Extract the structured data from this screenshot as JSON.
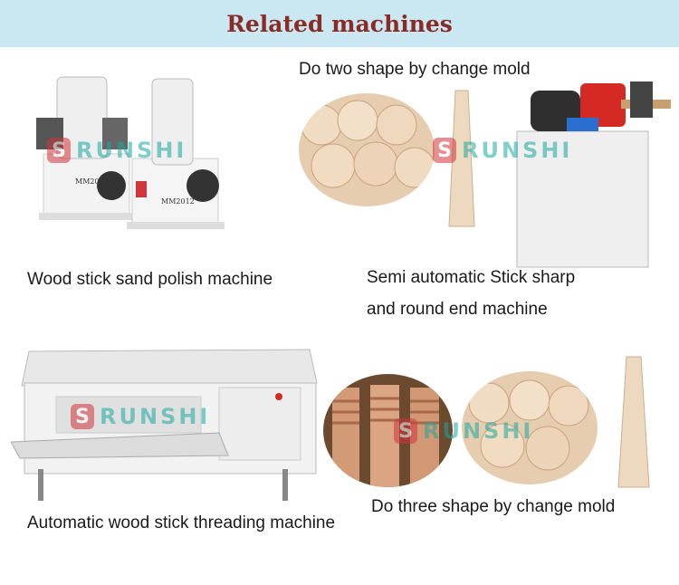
{
  "header": {
    "title": "Related machines"
  },
  "captions": {
    "sand_polish": "Wood stick sand polish machine",
    "two_shape": "Do two shape by change mold",
    "sharp_round_line1": "Semi automatic Stick sharp",
    "sharp_round_line2": "and round end machine",
    "threading": "Automatic wood stick threading machine",
    "three_shape": "Do three shape by change mold"
  },
  "machine_labels": {
    "left": "MM2012A",
    "right": "MM2012"
  },
  "watermark": {
    "letter": "S",
    "text": "RUNSHI"
  },
  "colors": {
    "header_bg": "#c9e8f2",
    "title": "#8b2b26",
    "watermark": "#1aa8a0",
    "logo_red": "#d2343c"
  }
}
